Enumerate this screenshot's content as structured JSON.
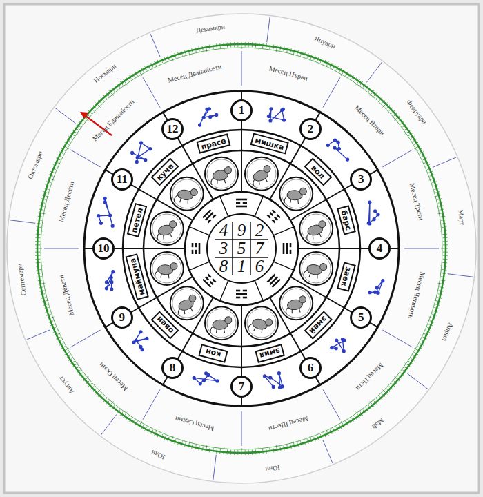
{
  "diagram": {
    "nodes": [
      {
        "text": [
          "1"
        ]
      },
      {
        "text": [
          "2"
        ]
      },
      {
        "text": [
          "3"
        ]
      },
      {
        "text": [
          "4"
        ]
      },
      {
        "text": [
          "5"
        ]
      },
      {
        "text": [
          "6"
        ]
      },
      {
        "text": [
          "7"
        ]
      },
      {
        "text": [
          "8"
        ]
      },
      {
        "text": [
          "9"
        ]
      },
      {
        "text": [
          "10"
        ]
      },
      {
        "text": [
          "11"
        ]
      },
      {
        "text": [
          "12"
        ]
      },
      {
        "text": [
          "мишка"
        ]
      },
      {
        "text": [
          "вол"
        ]
      },
      {
        "text": [
          "барс"
        ]
      },
      {
        "text": [
          "заек"
        ]
      },
      {
        "text": [
          "змей"
        ]
      },
      {
        "text": [
          "змия"
        ]
      },
      {
        "text": [
          "кон"
        ]
      },
      {
        "text": [
          "овен"
        ]
      },
      {
        "text": [
          "маймуна"
        ]
      },
      {
        "text": [
          "петел"
        ]
      },
      {
        "text": [
          "куче"
        ]
      },
      {
        "text": [
          "прасе"
        ]
      }
    ],
    "labels": [
      "Декември",
      "Януари",
      "Февруари",
      "Март",
      "Април",
      "Май",
      "Юни",
      "Юли",
      "Август",
      "Септември",
      "Октомври",
      "Ноември",
      "Месец Първи",
      "Месец Втори",
      "Месец Трети",
      "Месец Четвърти",
      "Месец Пети",
      "Месец Шести",
      "Месец Седми",
      "Месец Осми",
      "Месец Девети",
      "Месец Десети",
      "Месец Единайсети",
      "Месец Дванайсети",
      "4",
      "9",
      "2",
      "3",
      "5",
      "7",
      "8",
      "1",
      "6"
    ]
  }
}
